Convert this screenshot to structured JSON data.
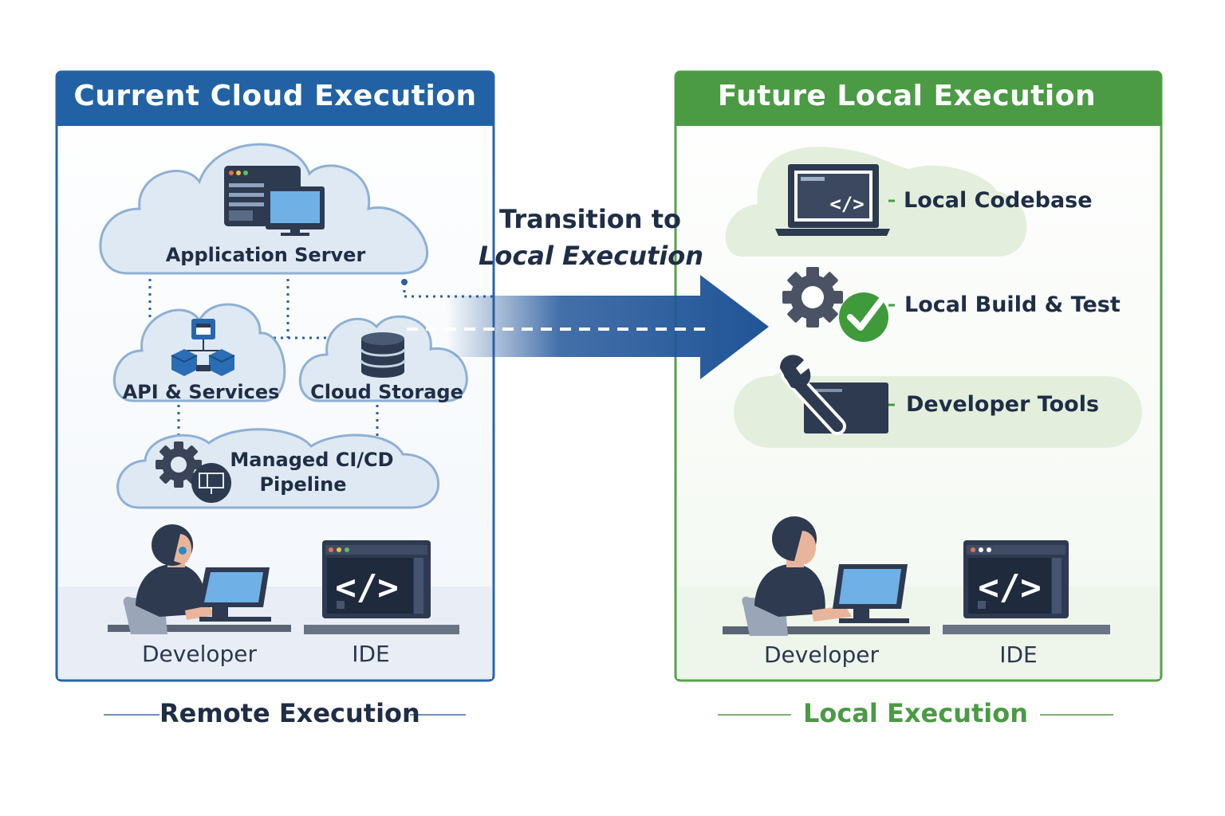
{
  "left_panel": {
    "title": "Current Cloud Execution",
    "application_server": "Application Server",
    "api_services": "API & Services",
    "cloud_storage": "Cloud Storage",
    "cicd_line1": "Managed CI/CD",
    "cicd_line2": "Pipeline",
    "developer": "Developer",
    "ide": "IDE",
    "caption": "Remote Execution",
    "color": "#2262a4"
  },
  "transition": {
    "line1": "Transition to",
    "line2": "Local Execution",
    "arrow_color": "#23569a"
  },
  "right_panel": {
    "title": "Future Local Execution",
    "local_codebase": "Local Codebase",
    "local_build_test": "Local Build & Test",
    "developer_tools": "Developer Tools",
    "developer": "Developer",
    "ide": "IDE",
    "caption": "Local Execution",
    "color": "#4b9a44"
  },
  "icons": {
    "server": "server-icon",
    "network": "network-icon",
    "database": "database-icon",
    "gear": "gear-icon",
    "laptop": "laptop-icon",
    "check": "checkmark-icon",
    "wrench": "wrench-icon",
    "code": "code-icon",
    "person": "developer-icon"
  }
}
